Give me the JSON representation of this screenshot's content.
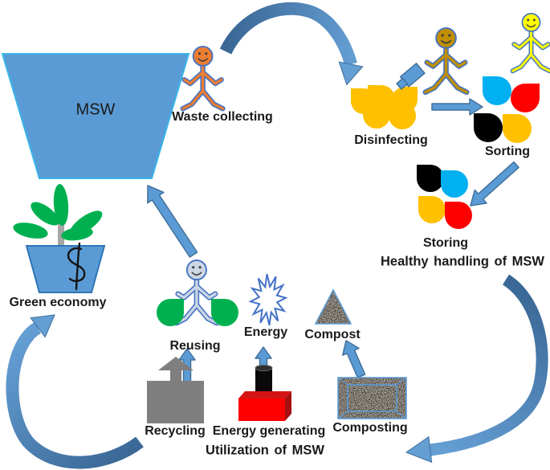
{
  "labels": {
    "msw": "MSW",
    "waste_collecting": "Waste collecting",
    "disinfecting": "Disinfecting",
    "sorting": "Sorting",
    "storing": "Storing",
    "healthy_handling": "Healthy handling of MSW",
    "green_economy": "Green economy",
    "reusing": "Reusing",
    "energy": "Energy",
    "compost": "Compost",
    "recycling": "Recycling",
    "energy_generating": "Energy generating",
    "composting": "Composting",
    "utilization": "Utilization of MSW"
  },
  "icons": {
    "msw-bin-icon": "blue trapezoid container",
    "person-icon": "stick-figure pictogram",
    "spray-icon": "disinfectant sprayer rectangle",
    "waste-drop-icon": "rounded teardrop waste blob",
    "energy-star-icon": "white starburst outline",
    "compost-triangle-icon": "granite-textured triangle pile",
    "composting-box-icon": "granite-textured framed bin",
    "recycling-block-icon": "gray block with up arrow",
    "generator-icon": "red box with black chimney",
    "plant-pot-icon": "potted plant in blue pot",
    "dollar-icon": "$",
    "flow-arrow-icon": "blue curved flow arrow"
  },
  "figures": [
    {
      "role": "waste collector",
      "color": "#ed7d31"
    },
    {
      "role": "disinfector",
      "color": "#bf8f00"
    },
    {
      "role": "sorter",
      "color": "#ffff00"
    },
    {
      "role": "reuser",
      "color": "#ccd6e4"
    }
  ],
  "connections": [
    {
      "from": "Waste collecting",
      "to": "Disinfecting"
    },
    {
      "from": "Disinfecting",
      "to": "Sorting"
    },
    {
      "from": "Sorting",
      "to": "Storing"
    },
    {
      "from": "Storing",
      "to": "Utilization of MSW"
    },
    {
      "from": "Recycling",
      "to": "Reusing"
    },
    {
      "from": "Energy generating",
      "to": "Energy"
    },
    {
      "from": "Composting",
      "to": "Compost"
    },
    {
      "from": "Reusing",
      "to": "MSW"
    },
    {
      "from": "Utilization of MSW",
      "to": "Green economy"
    }
  ],
  "colors": {
    "arrow_fill": "#5b9bd5",
    "arrow_stroke": "#41719c",
    "arc_dark": "#3a6795",
    "arc_light": "#649ed3",
    "container_fill": "#5b9bd5",
    "container_border": "#38b5e8",
    "pot_border": "#2e75b6",
    "waste_yellow": "#ffc000",
    "sort_cyan": "#00b0f0",
    "sort_red": "#fe0000",
    "sort_black": "#000000",
    "leaf_green": "#00b050",
    "recycle_gray": "#7f7f7f",
    "generator_red": "#fe0000",
    "generator_red_dark": "#a50f0f",
    "generator_red_top": "#d41414",
    "figure_outline": "#4472c4",
    "figure_orange": "#ed7d31",
    "figure_gold": "#bf8f00",
    "figure_yellow": "#ffff00",
    "figure_gray": "#ccd6e4",
    "granite_base": "#cdc4b8",
    "stem_gray": "#a6a6a6",
    "text": "#1a1a1a"
  }
}
